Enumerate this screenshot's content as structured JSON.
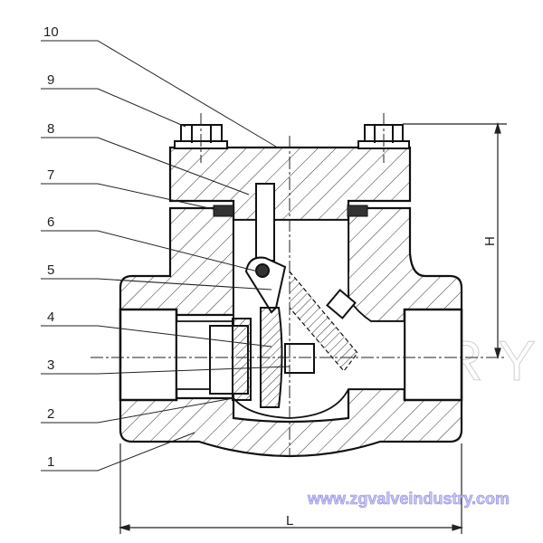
{
  "drawing": {
    "title": "Forged steel swing check valve sectional drawing",
    "part_labels": [
      "10",
      "9",
      "8",
      "7",
      "6",
      "5",
      "4",
      "3",
      "2",
      "1"
    ],
    "dimensions": {
      "length_label": "L",
      "height_label": "H"
    },
    "watermark_text": "INDUSTRY",
    "website": "www.zgvalveindustry.com"
  }
}
